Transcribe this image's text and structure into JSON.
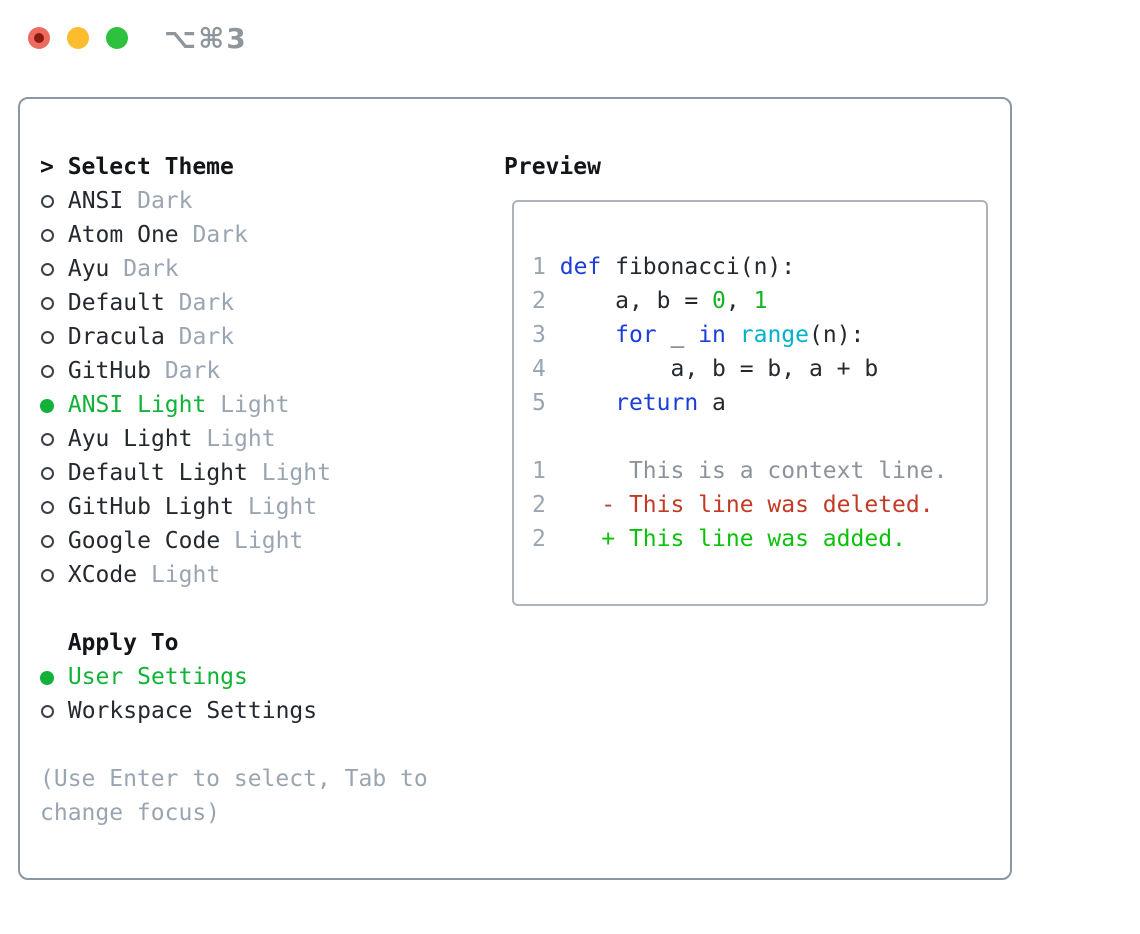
{
  "colors": {
    "fg": "#24292f",
    "header": "#131619",
    "muted": "#9aa5b2",
    "ctx": "#8c939b",
    "kw": "#1c3ed8",
    "bi": "#00b2c7",
    "num": "#15b324",
    "add": "#0bc20b",
    "del": "#c23a25",
    "sel": "#12b238",
    "circle": "#3a4148",
    "window_border": "#8d97a2",
    "preview_border": "#adb3ba",
    "title_gray": "#8e959b",
    "light_red": "#ed6a5f",
    "light_red_dot": "#8a1b11",
    "light_yellow": "#fbbd2e",
    "light_green": "#2ec03e"
  },
  "titlebar": {
    "shortcut": "⌥⌘3"
  },
  "theme_section": {
    "prompt": ">",
    "header": "Select Theme",
    "themes": [
      {
        "name": "ANSI",
        "variant": "Dark",
        "selected": false
      },
      {
        "name": "Atom One",
        "variant": "Dark",
        "selected": false
      },
      {
        "name": "Ayu",
        "variant": "Dark",
        "selected": false
      },
      {
        "name": "Default",
        "variant": "Dark",
        "selected": false
      },
      {
        "name": "Dracula",
        "variant": "Dark",
        "selected": false
      },
      {
        "name": "GitHub",
        "variant": "Dark",
        "selected": false
      },
      {
        "name": "ANSI Light",
        "variant": "Light",
        "selected": true
      },
      {
        "name": "Ayu Light",
        "variant": "Light",
        "selected": false
      },
      {
        "name": "Default Light",
        "variant": "Light",
        "selected": false
      },
      {
        "name": "GitHub Light",
        "variant": "Light",
        "selected": false
      },
      {
        "name": "Google Code",
        "variant": "Light",
        "selected": false
      },
      {
        "name": "XCode",
        "variant": "Light",
        "selected": false
      }
    ]
  },
  "apply_section": {
    "header": "Apply To",
    "options": [
      {
        "label": "User Settings",
        "selected": true
      },
      {
        "label": "Workspace Settings",
        "selected": false
      }
    ]
  },
  "help_text": "(Use Enter to select, Tab to change focus)",
  "preview": {
    "header": "Preview",
    "lines": [
      {
        "tokens": [
          {
            "t": "1",
            "c": "ln"
          },
          {
            "t": " ",
            "c": "fg"
          },
          {
            "t": "def",
            "c": "kw"
          },
          {
            "t": " fibonacci(n):",
            "c": "fg"
          }
        ]
      },
      {
        "tokens": [
          {
            "t": "2",
            "c": "ln"
          },
          {
            "t": "     a, b = ",
            "c": "fg"
          },
          {
            "t": "0",
            "c": "num"
          },
          {
            "t": ", ",
            "c": "fg"
          },
          {
            "t": "1",
            "c": "num"
          }
        ]
      },
      {
        "tokens": [
          {
            "t": "3",
            "c": "ln"
          },
          {
            "t": "     ",
            "c": "fg"
          },
          {
            "t": "for",
            "c": "kw"
          },
          {
            "t": " _ ",
            "c": "fg"
          },
          {
            "t": "in",
            "c": "kw"
          },
          {
            "t": " ",
            "c": "fg"
          },
          {
            "t": "range",
            "c": "bi"
          },
          {
            "t": "(n):",
            "c": "fg"
          }
        ]
      },
      {
        "tokens": [
          {
            "t": "4",
            "c": "ln"
          },
          {
            "t": "         a, b = b, a + b",
            "c": "fg"
          }
        ]
      },
      {
        "tokens": [
          {
            "t": "5",
            "c": "ln"
          },
          {
            "t": "     ",
            "c": "fg"
          },
          {
            "t": "return",
            "c": "kw"
          },
          {
            "t": " a",
            "c": "fg"
          }
        ]
      },
      {
        "tokens": []
      },
      {
        "tokens": [
          {
            "t": "1",
            "c": "ln"
          },
          {
            "t": "      This is a context line.",
            "c": "ctx"
          }
        ]
      },
      {
        "tokens": [
          {
            "t": "2",
            "c": "ln"
          },
          {
            "t": "    ",
            "c": "fg"
          },
          {
            "t": "- This line was deleted.",
            "c": "del"
          }
        ]
      },
      {
        "tokens": [
          {
            "t": "2",
            "c": "ln"
          },
          {
            "t": "    ",
            "c": "fg"
          },
          {
            "t": "+ This line was added.",
            "c": "add"
          }
        ]
      }
    ]
  }
}
